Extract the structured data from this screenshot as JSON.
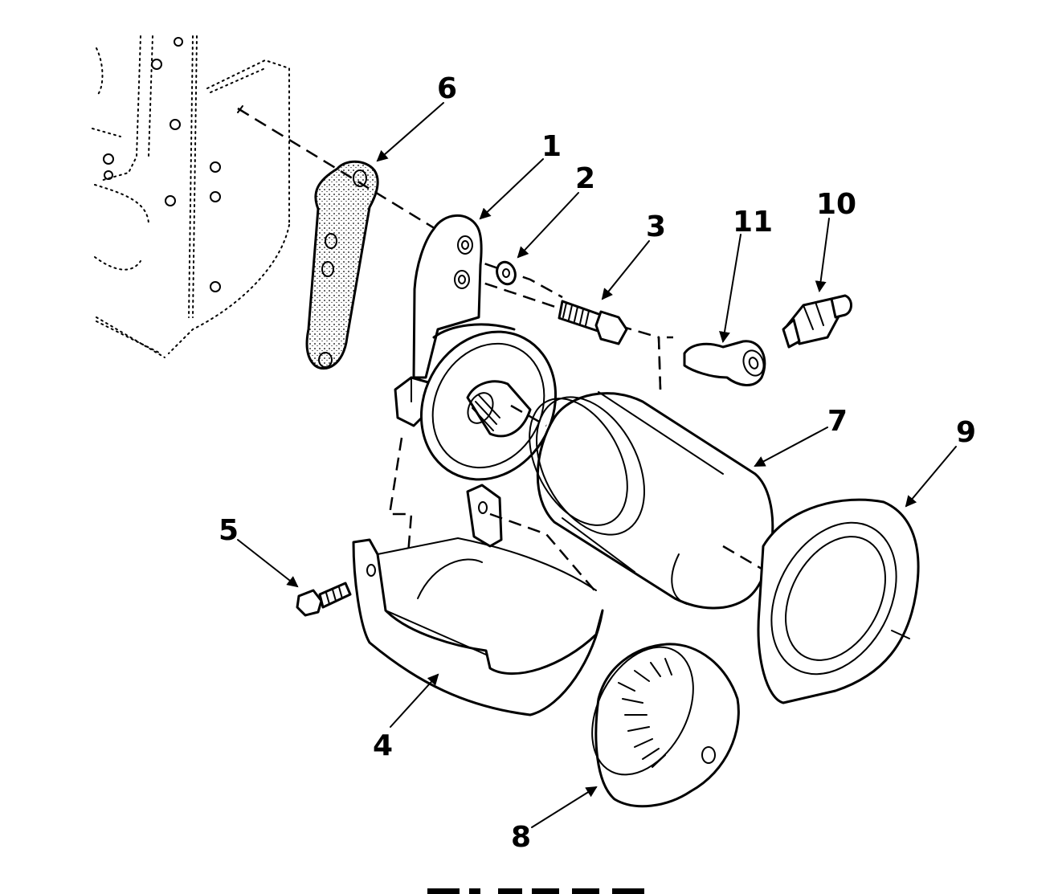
{
  "callouts": {
    "c1": "1",
    "c2": "2",
    "c3": "3",
    "c4": "4",
    "c5": "5",
    "c6": "6",
    "c7": "7",
    "c8": "8",
    "c9": "9",
    "c10": "10",
    "c11": "11"
  },
  "colors": {
    "ink": "#000000",
    "paper": "#ffffff"
  }
}
